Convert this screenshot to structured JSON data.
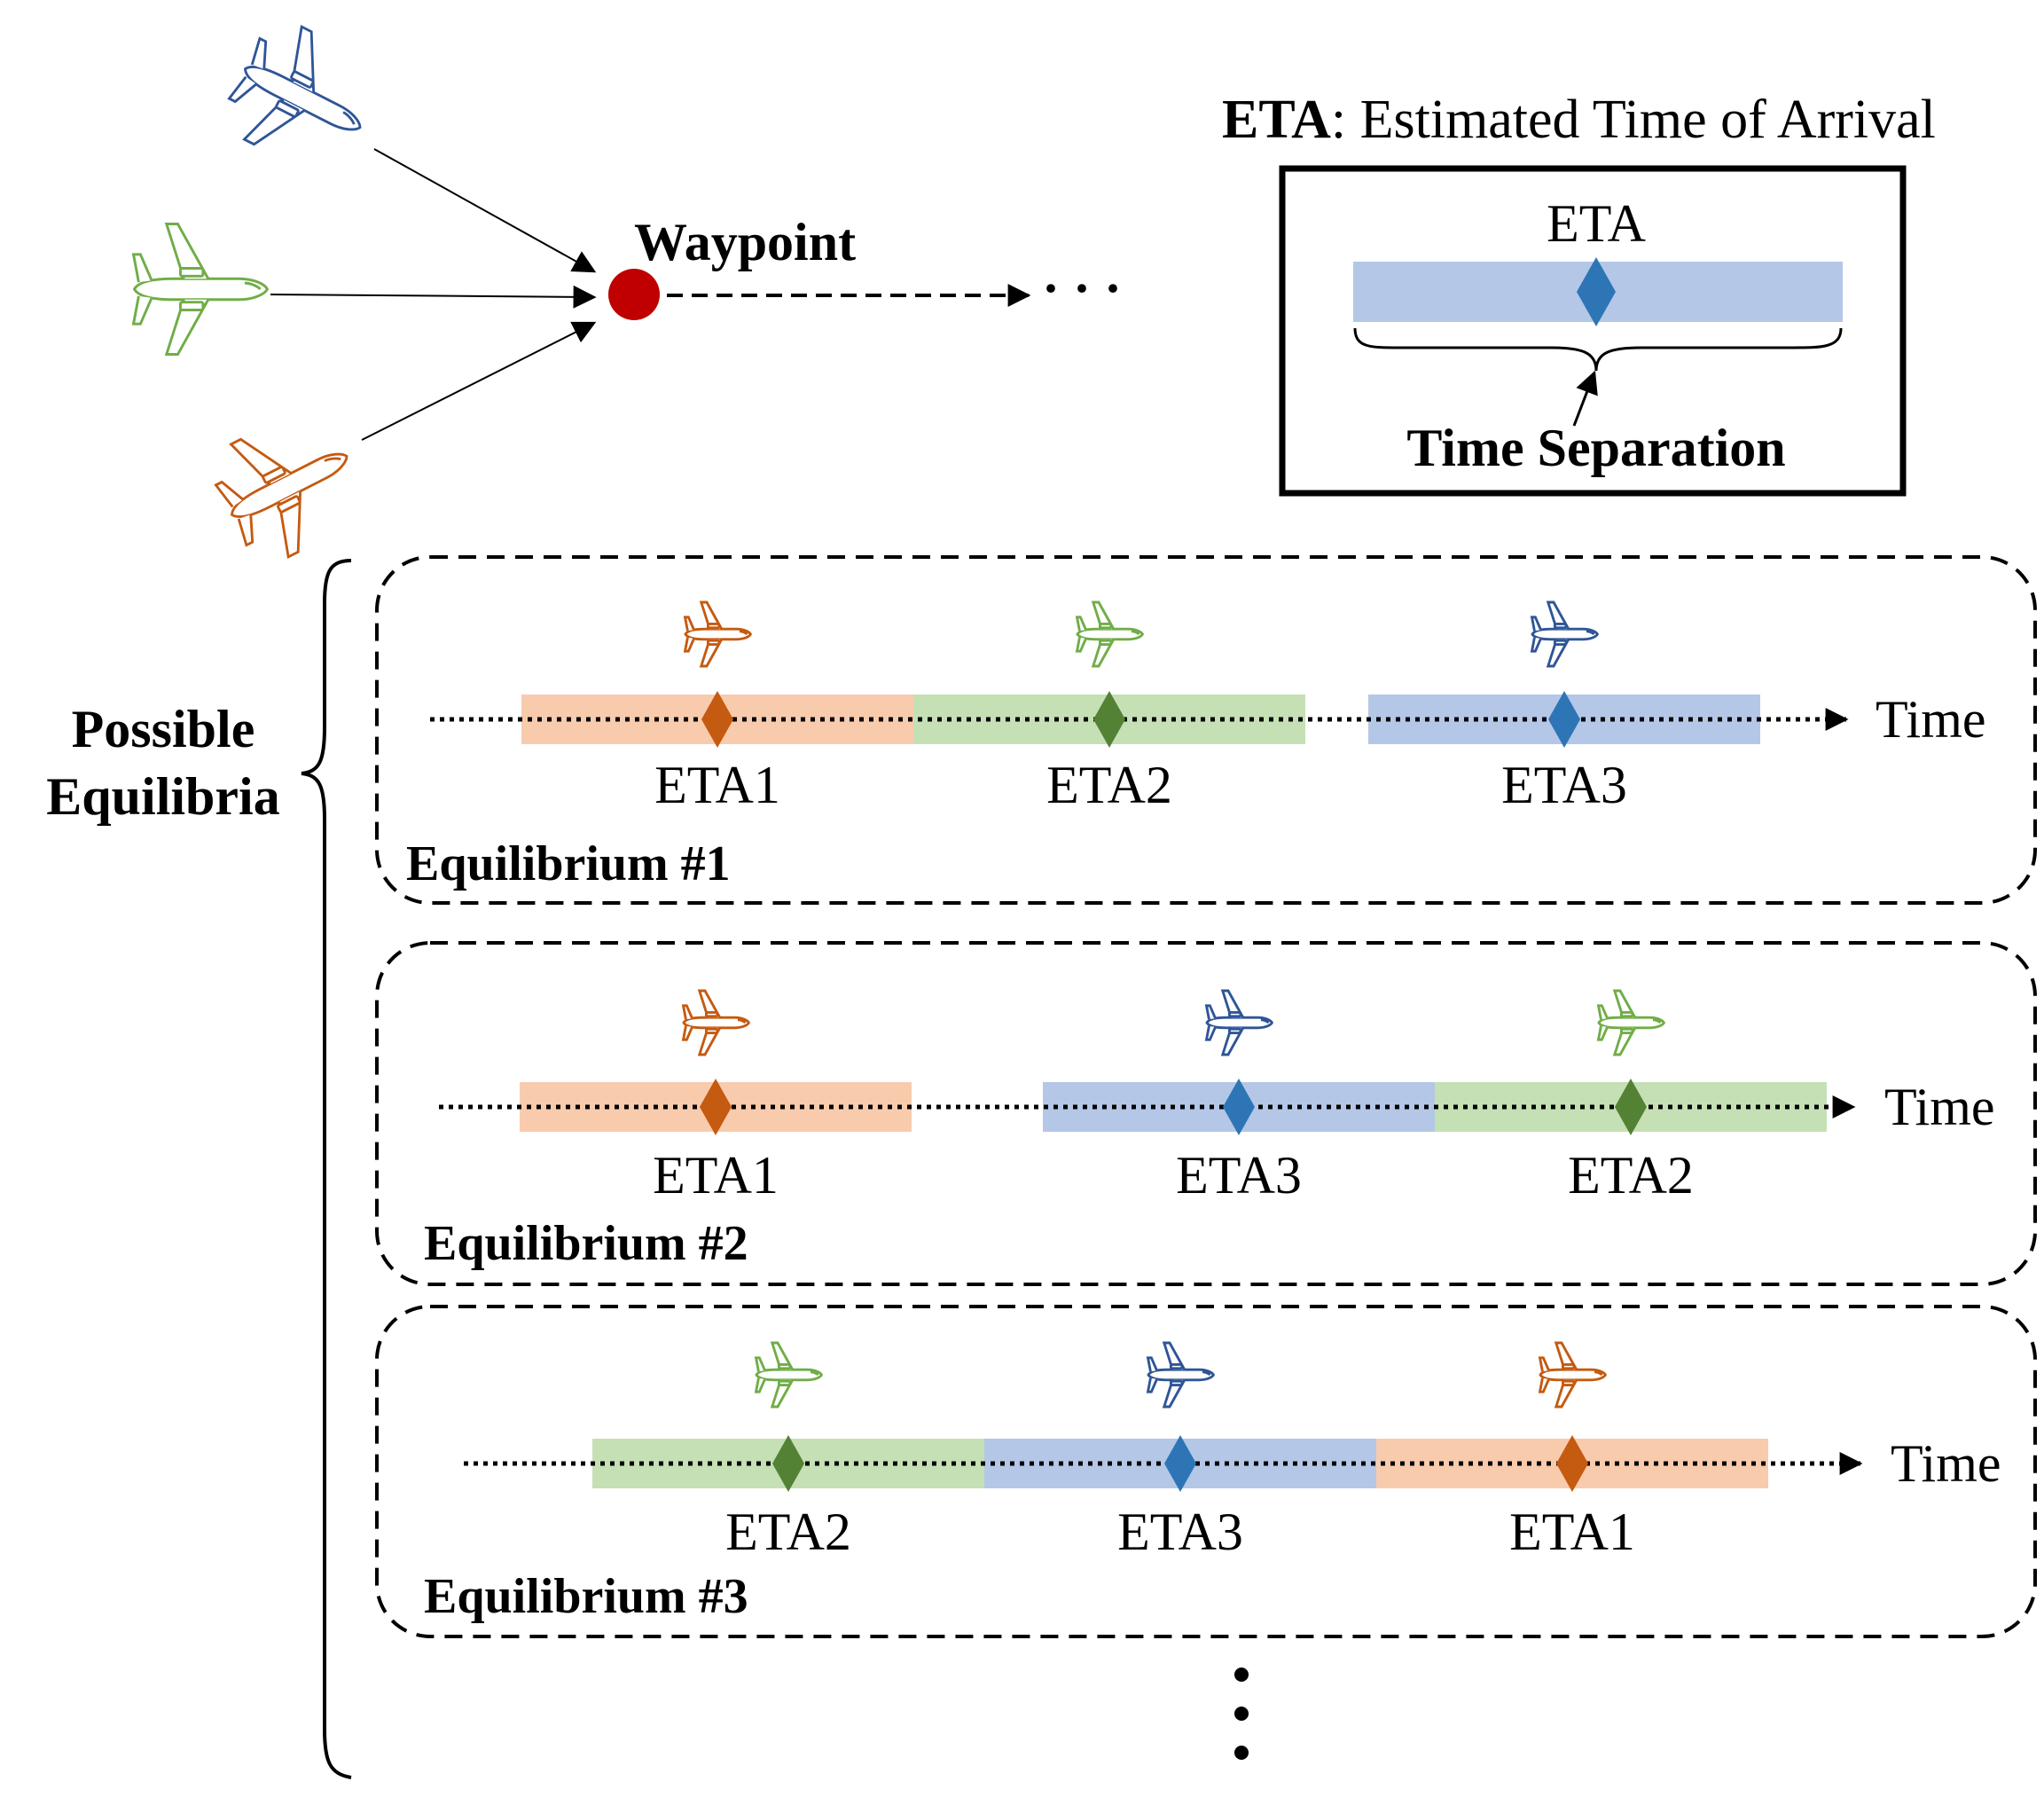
{
  "colors": {
    "blue_band": "#b4c7e7",
    "green_band": "#c5e0b4",
    "orange_band": "#f8cbad",
    "blue_marker": "#2e75b6",
    "green_marker": "#548235",
    "orange_marker": "#c55a11",
    "blue_plane": "#2f5597",
    "green_plane": "#70ad47",
    "orange_plane": "#c55a11",
    "waypoint": "#c00000"
  },
  "top": {
    "waypoint_label": "Waypoint",
    "continuation": "· · ·",
    "legend_title_bold": "ETA",
    "legend_title_rest": ": Estimated Time of Arrival",
    "legend_box": {
      "eta_label": "ETA",
      "separation_label": "Time Separation"
    }
  },
  "side_label": {
    "line1": "Possible",
    "line2": "Equilibria"
  },
  "equilibria": [
    {
      "title": "Equilibrium #1",
      "time_label": "Time",
      "slots": [
        {
          "label": "ETA1",
          "color": "orange"
        },
        {
          "label": "ETA2",
          "color": "green"
        },
        {
          "label": "ETA3",
          "color": "blue"
        }
      ]
    },
    {
      "title": "Equilibrium #2",
      "time_label": "Time",
      "slots": [
        {
          "label": "ETA1",
          "color": "orange"
        },
        {
          "label": "ETA3",
          "color": "blue"
        },
        {
          "label": "ETA2",
          "color": "green"
        }
      ]
    },
    {
      "title": "Equilibrium #3",
      "time_label": "Time",
      "slots": [
        {
          "label": "ETA2",
          "color": "green"
        },
        {
          "label": "ETA3",
          "color": "blue"
        },
        {
          "label": "ETA1",
          "color": "orange"
        }
      ]
    }
  ],
  "more_indicator": "⋮"
}
